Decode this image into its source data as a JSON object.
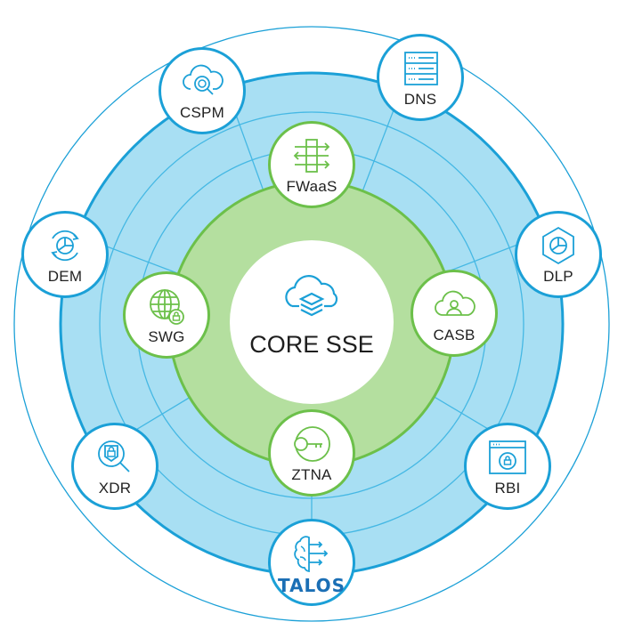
{
  "title": "CORE SSE",
  "colors": {
    "blue_accent": "#1ba0d7",
    "blue_fill": "#a8dff3",
    "green_accent": "#6cc04a",
    "green_fill": "#b4df9f",
    "talos_blue": "#1b6fb5"
  },
  "core": {
    "label": "CORE SSE",
    "icon": "cloud-layers-icon"
  },
  "inner_ring": [
    {
      "label": "FWaaS",
      "icon": "firewall-arrows-icon"
    },
    {
      "label": "CASB",
      "icon": "cloud-user-icon"
    },
    {
      "label": "ZTNA",
      "icon": "key-icon"
    },
    {
      "label": "SWG",
      "icon": "globe-lock-icon"
    }
  ],
  "outer_ring": [
    {
      "label": "CSPM",
      "icon": "cloud-search-icon"
    },
    {
      "label": "DNS",
      "icon": "server-list-icon"
    },
    {
      "label": "DLP",
      "icon": "hexagon-chart-icon"
    },
    {
      "label": "RBI",
      "icon": "browser-lock-icon"
    },
    {
      "label": "TALOS",
      "icon": "brain-arrows-icon"
    },
    {
      "label": "XDR",
      "icon": "shield-search-icon"
    },
    {
      "label": "DEM",
      "icon": "refresh-chart-icon"
    }
  ]
}
